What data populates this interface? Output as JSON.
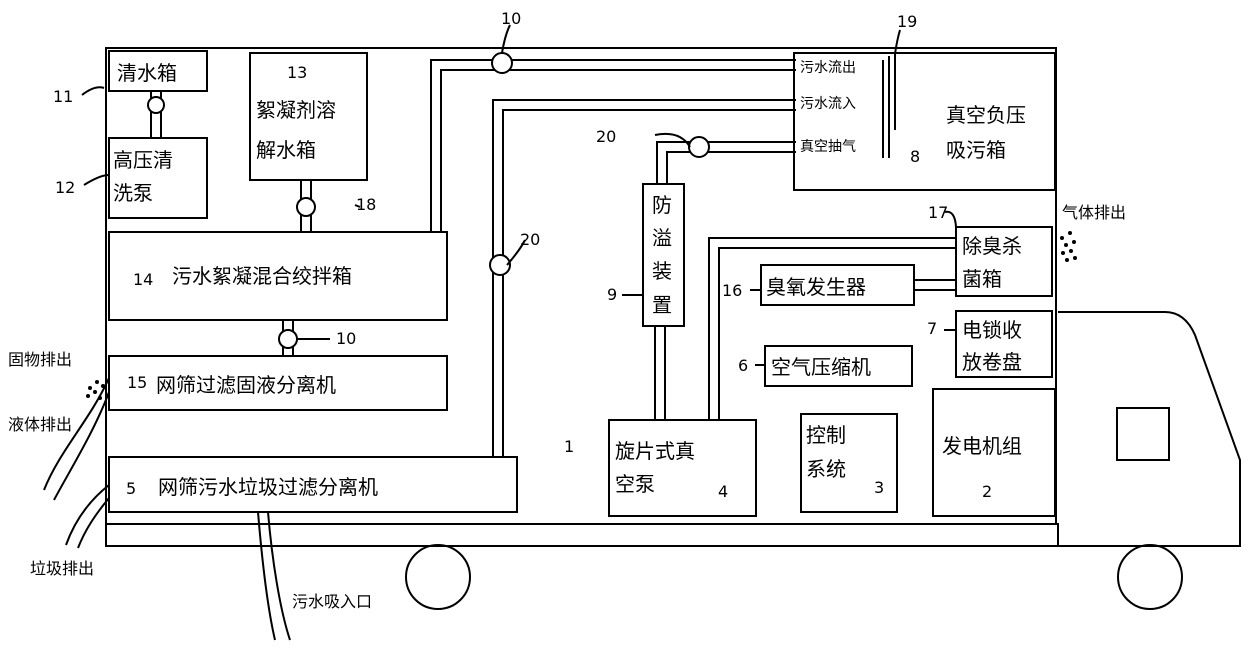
{
  "labels": {
    "box11": "清水箱",
    "box12_l1": "高压清",
    "box12_l2": "洗泵",
    "box13_l1": "絮凝剂溶",
    "box13_l2": "解水箱",
    "box14": "污水絮凝混合绞拌箱",
    "box15": "网筛过滤固液分离机",
    "box5": "网筛污水垃圾过滤分离机",
    "box9_l1": "防",
    "box9_l2": "溢",
    "box9_l3": "装",
    "box9_l4": "置",
    "box8_l1": "真空负压",
    "box8_l2": "吸污箱",
    "port_out": "污水流出",
    "port_in": "污水流入",
    "port_vac": "真空抽气",
    "box17_l1": "除臭杀",
    "box17_l2": "菌箱",
    "box16": "臭氧发生器",
    "box6": "空气压缩机",
    "box7_l1": "电锁收",
    "box7_l2": "放卷盘",
    "box4_l1": "旋片式真",
    "box4_l2": "空泵",
    "box3_l1": "控制",
    "box3_l2": "系统",
    "box2": "发电机组",
    "out_solid": "固物排出",
    "out_liquid": "液体排出",
    "out_garbage": "垃圾排出",
    "in_sewage": "污水吸入口",
    "out_gas": "气体排出"
  },
  "numbers": {
    "n1": "1",
    "n2": "2",
    "n3": "3",
    "n4": "4",
    "n5": "5",
    "n6": "6",
    "n7": "7",
    "n8": "8",
    "n9": "9",
    "n10a": "10",
    "n10b": "10",
    "n11": "11",
    "n12": "12",
    "n13": "13",
    "n14": "14",
    "n15": "15",
    "n16": "16",
    "n17": "17",
    "n18": "18",
    "n19": "19",
    "n20a": "20",
    "n20b": "20"
  }
}
